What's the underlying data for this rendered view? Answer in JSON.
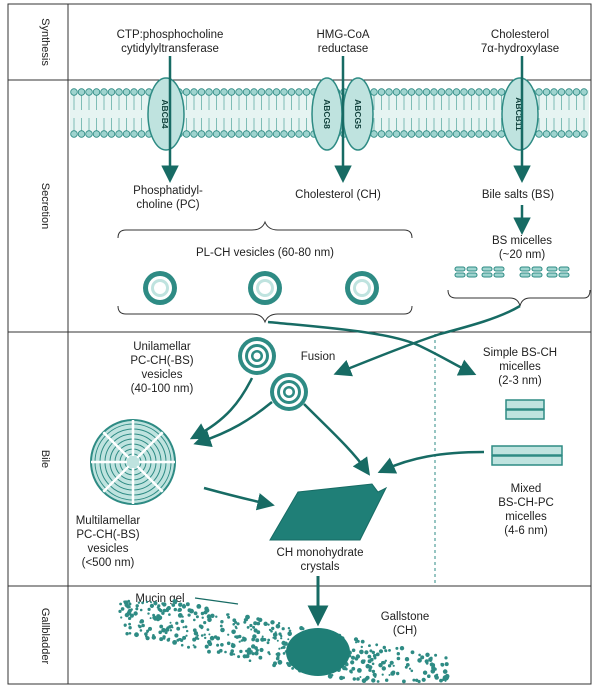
{
  "sections": {
    "synthesis": "Synthesis",
    "secretion": "Secretion",
    "bile": "Bile",
    "gallbladder": "Gallbladder"
  },
  "enzymes": {
    "ctp_line1": "CTP:phosphocholine",
    "ctp_line2": "cytidylyltransferase",
    "hmg_line1": "HMG-CoA",
    "hmg_line2": "reductase",
    "chol_line1": "Cholesterol",
    "chol_line2": "7α-hydroxylase"
  },
  "transporters": {
    "abcb4": "ABCB4",
    "abcg8": "ABCG8",
    "abcg5": "ABCG5",
    "abcb11": "ABCB11"
  },
  "secretion": {
    "pc_line1": "Phosphatidyl-",
    "pc_line2": "choline (PC)",
    "ch": "Cholesterol (CH)",
    "bs": "Bile salts (BS)",
    "vesicles": "PL-CH vesicles (60-80 nm)",
    "bs_micelles_line1": "BS micelles",
    "bs_micelles_line2": "(~20 nm)"
  },
  "bile": {
    "uni_line1": "Unilamellar",
    "uni_line2": "PC-CH(-BS)",
    "uni_line3": "vesicles",
    "uni_line4": "(40-100 nm)",
    "fusion": "Fusion",
    "simple_line1": "Simple BS-CH",
    "simple_line2": "micelles",
    "simple_line3": "(2-3 nm)",
    "multi_line1": "Multilamellar",
    "multi_line2": "PC-CH(-BS)",
    "multi_line3": "vesicles",
    "multi_line4": "(<500 nm)",
    "crystal_line1": "CH monohydrate",
    "crystal_line2": "crystals",
    "mixed_line1": "Mixed",
    "mixed_line2": "BS-CH-PC",
    "mixed_line3": "micelles",
    "mixed_line4": "(4-6 nm)"
  },
  "gallbladder": {
    "mucin": "Mucin gel",
    "gallstone_line1": "Gallstone",
    "gallstone_line2": "(CH)"
  },
  "colors": {
    "teal": "#2e8b84",
    "teal_dark": "#176b64",
    "teal_light": "#bfe3df",
    "membrane": "#9fd4cf"
  }
}
